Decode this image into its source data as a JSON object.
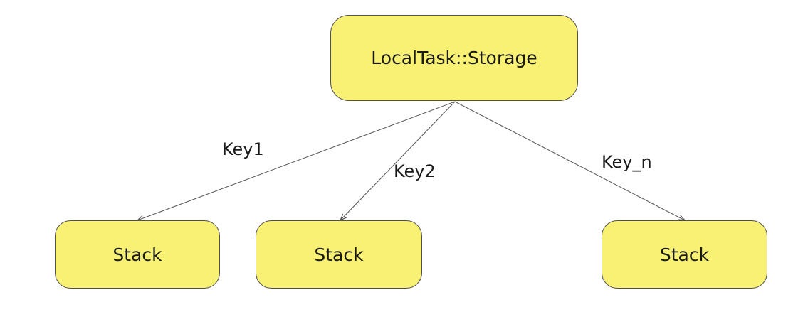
{
  "colors": {
    "node_fill": "#f8f173",
    "node_border": "#505050",
    "edge": "#555555",
    "text": "#1a1a1a"
  },
  "root": {
    "label": "LocalTask::Storage"
  },
  "children": [
    {
      "label": "Stack",
      "edge_label": "Key1"
    },
    {
      "label": "Stack",
      "edge_label": "Key2"
    },
    {
      "label": "Stack",
      "edge_label": "Key_n"
    }
  ]
}
